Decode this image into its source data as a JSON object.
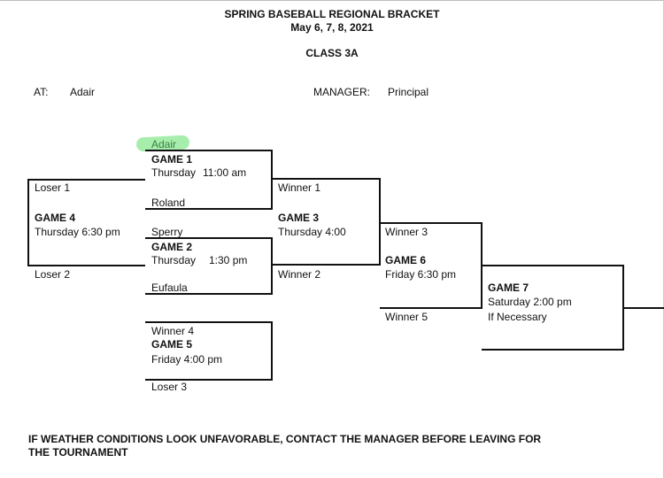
{
  "header": {
    "title": "SPRING BASEBALL REGIONAL BRACKET",
    "dates": "May 6, 7, 8, 2021",
    "class": "CLASS 3A"
  },
  "info": {
    "at_label": "AT:",
    "at_value": "Adair",
    "manager_label": "MANAGER:",
    "manager_value": "Principal"
  },
  "game1": {
    "top_team": "Adair",
    "title": "GAME 1",
    "day": "Thursday",
    "time": "11:00 am",
    "bottom_team": "Roland"
  },
  "game2": {
    "top_team": "Sperry",
    "title": "GAME 2",
    "day": "Thursday",
    "time": "1:30 pm",
    "bottom_team": "Eufaula"
  },
  "game3": {
    "top_slot": "Winner 1",
    "title": "GAME 3",
    "time": "Thursday 4:00",
    "bottom_slot": "Winner 2"
  },
  "game4": {
    "top_slot": "Loser 1",
    "title": "GAME 4",
    "time": "Thursday 6:30 pm",
    "bottom_slot": "Loser 2"
  },
  "game5": {
    "top_slot": "Winner 4",
    "title": "GAME 5",
    "time": "Friday 4:00 pm",
    "bottom_slot": "Loser 3"
  },
  "game6": {
    "top_slot": "Winner 3",
    "title": "GAME 6",
    "time": "Friday 6:30 pm",
    "bottom_slot": "Winner 5"
  },
  "game7": {
    "title": "GAME 7",
    "time": "Saturday 2:00 pm",
    "note": "If  Necessary"
  },
  "footer": {
    "line1": "IF WEATHER CONDITIONS LOOK UNFAVORABLE, CONTACT THE MANAGER BEFORE LEAVING FOR",
    "line2": "THE TOURNAMENT"
  },
  "colors": {
    "highlight": "#5ee06a",
    "lines": "#111111"
  }
}
